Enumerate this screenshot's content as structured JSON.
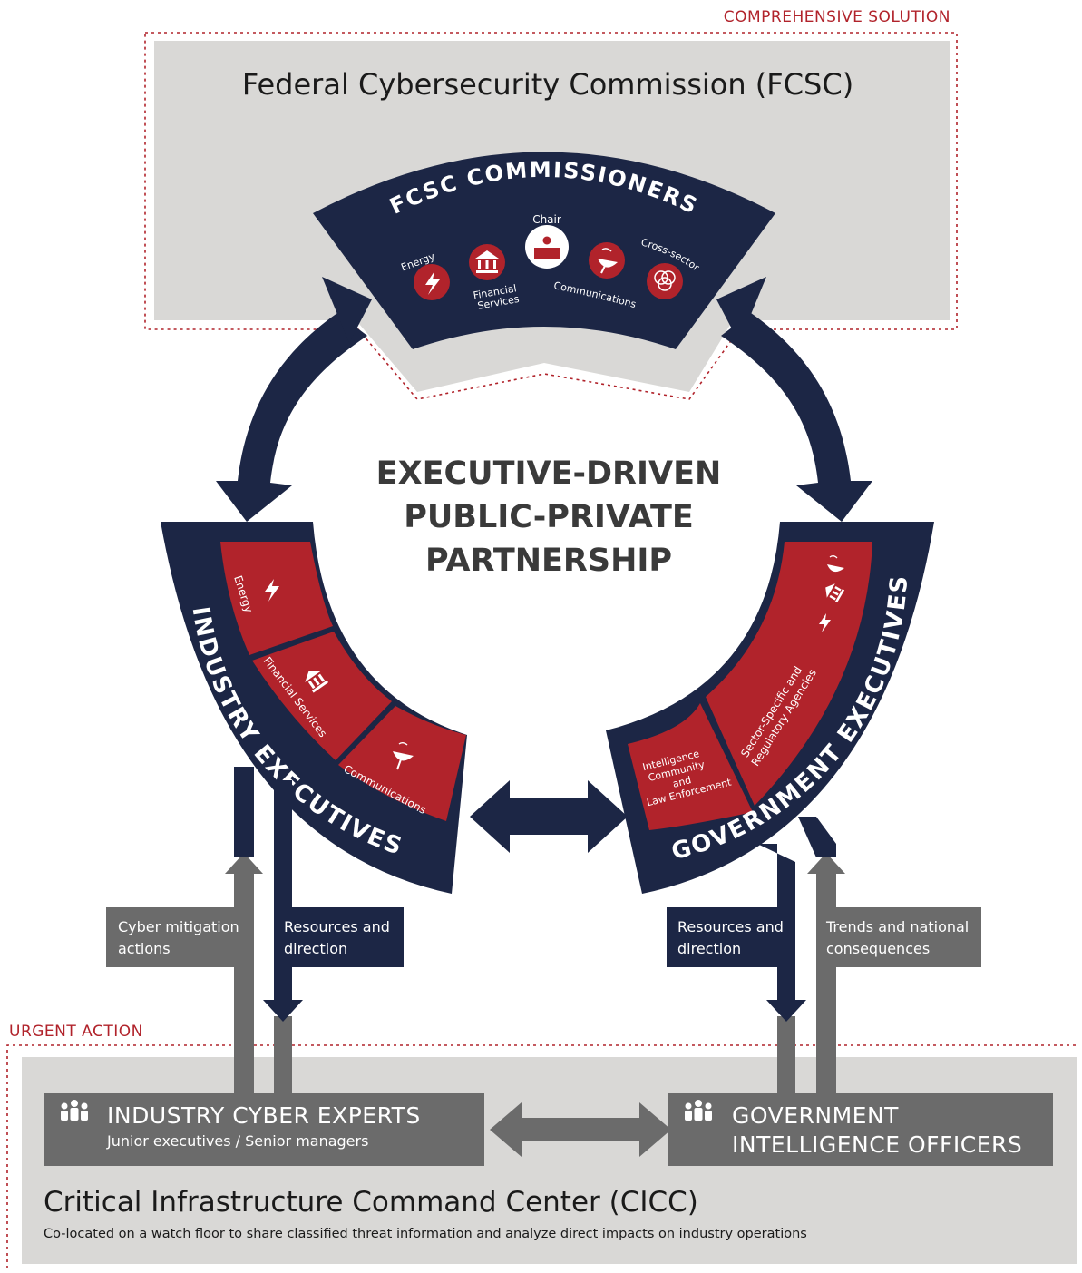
{
  "zones": {
    "comprehensive_label": "COMPREHENSIVE SOLUTION",
    "urgent_label": "URGENT ACTION"
  },
  "fcsc": {
    "title": "Federal Cybersecurity Commission (FCSC)",
    "commissioners_title": "FCSC COMMISSIONERS",
    "members": {
      "chair": "Chair",
      "energy": "Energy",
      "financial_line1": "Financial",
      "financial_line2": "Services",
      "communications": "Communications",
      "cross_sector": "Cross-sector"
    }
  },
  "center": {
    "line1": "EXECUTIVE-DRIVEN",
    "line2": "PUBLIC-PRIVATE",
    "line3": "PARTNERSHIP"
  },
  "industry": {
    "title": "INDUSTRY EXECUTIVES",
    "sectors": {
      "energy": "Energy",
      "financial": "Financial Services",
      "communications": "Communications"
    }
  },
  "government": {
    "title": "GOVERNMENT EXECUTIVES",
    "intel_line1": "Intelligence",
    "intel_line2": "Community",
    "intel_line3": "and",
    "intel_line4": "Law Enforcement",
    "sector_line1": "Sector-Specific and",
    "sector_line2": "Regulatory Agencies"
  },
  "flows": {
    "cyber_mitigation_1": "Cyber mitigation",
    "cyber_mitigation_2": "actions",
    "resources_left_1": "Resources and",
    "resources_left_2": "direction",
    "resources_right_1": "Resources and",
    "resources_right_2": "direction",
    "trends_1": "Trends and national",
    "trends_2": "consequences"
  },
  "cicc": {
    "industry_title": "INDUSTRY CYBER EXPERTS",
    "industry_sub": "Junior executives / Senior managers",
    "gov_title_1": "GOVERNMENT",
    "gov_title_2": "INTELLIGENCE OFFICERS",
    "title": "Critical Infrastructure Command Center (CICC)",
    "subtitle": "Co-located on a watch floor to share classified threat information and analyze direct impacts on industry operations"
  },
  "colors": {
    "navy": "#1c2645",
    "red": "#b1232b",
    "gray_box": "#6b6b6b",
    "light_gray": "#d9d8d6",
    "zone_red": "#b1232b"
  }
}
